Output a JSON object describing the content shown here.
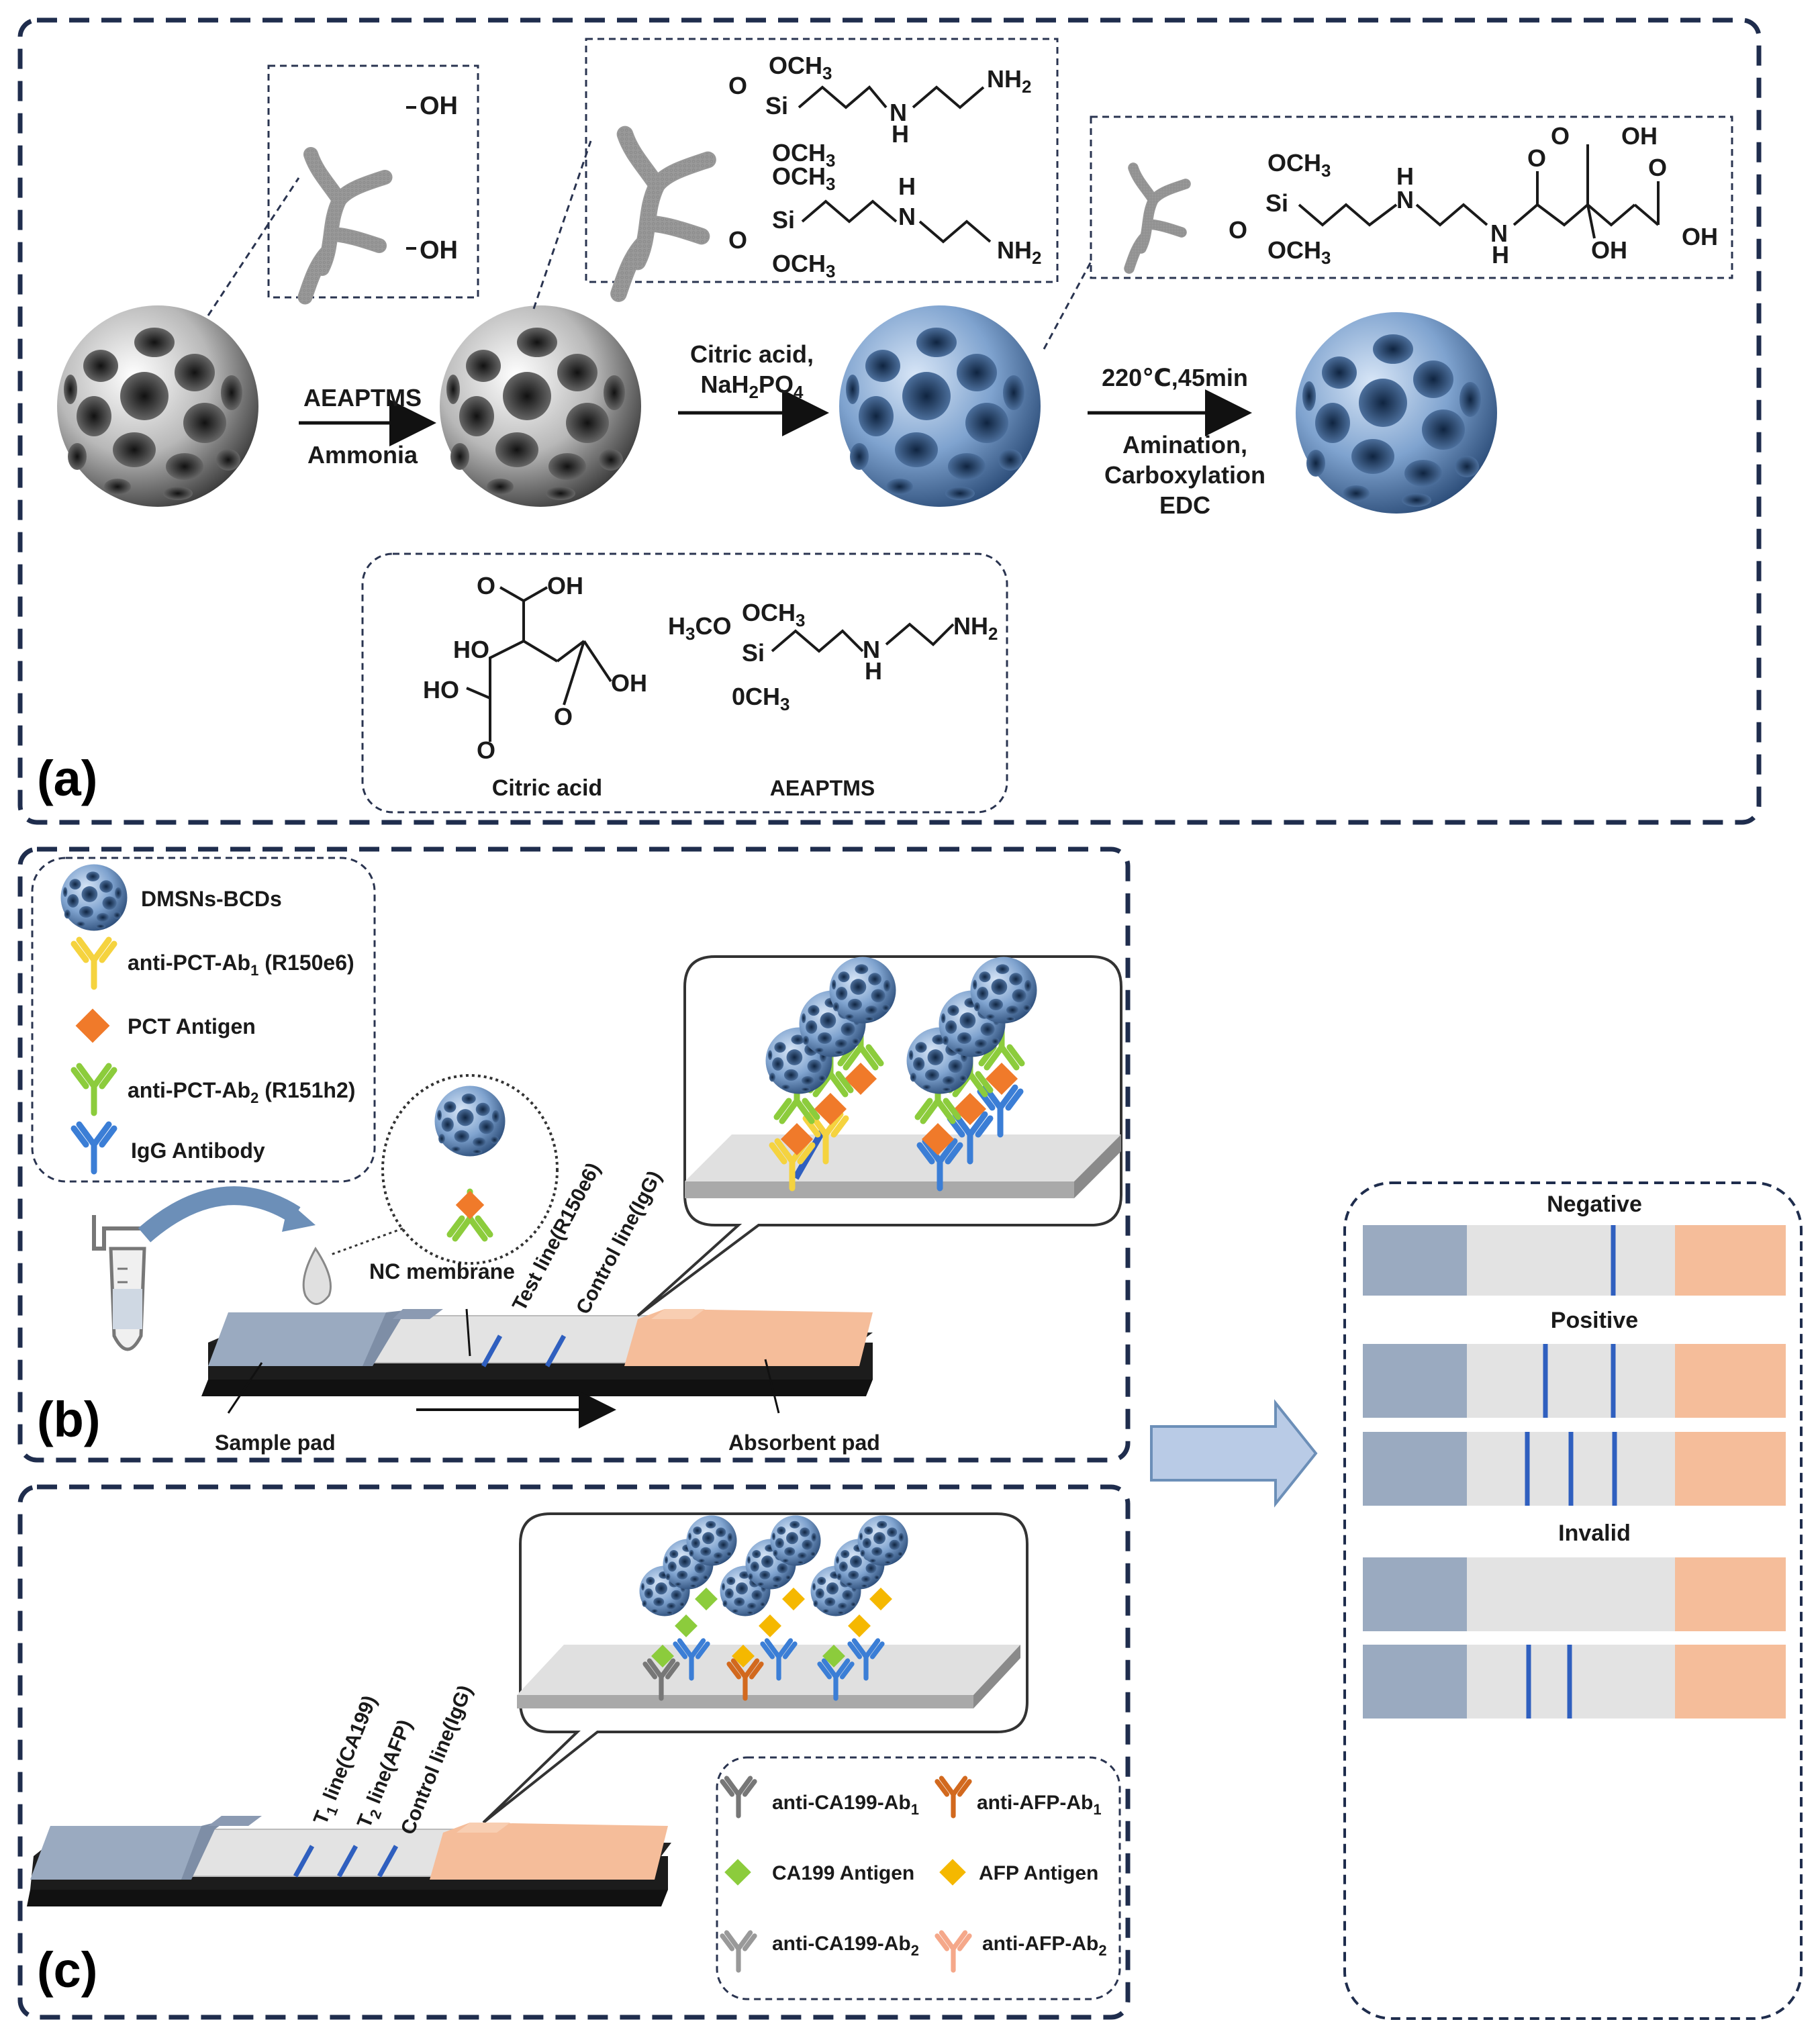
{
  "panels": {
    "a": {
      "label": "(a)",
      "step1": {
        "top": "AEAPTMS",
        "bottom": "Ammonia"
      },
      "step2": {
        "top": "Citric acid,",
        "bottom_base": "NaH",
        "bottom_sub2": "2",
        "bottom_mid": "PO",
        "bottom_sub4": "4"
      },
      "step3": {
        "top": "220℃,45min",
        "line1": "Amination,",
        "line2": "Carboxylation",
        "line3": "EDC"
      },
      "chem": {
        "oh1": "OH",
        "oh2": "OH",
        "och3": "OCH",
        "sub3": "3",
        "si": "Si",
        "o": "O",
        "nh": "N",
        "h": "H",
        "nh2": "NH",
        "sub2": "2",
        "oh": "OH",
        "ho": "HO",
        "h3co": "H",
        "co": "CO",
        "och3_alt": "0CH"
      },
      "legend": {
        "citric": "Citric acid",
        "aeaptms": "AEAPTMS"
      }
    },
    "b": {
      "label": "(b)",
      "legend": [
        {
          "text": "DMSNs-BCDs",
          "sub": "",
          "tail": ""
        },
        {
          "text": "anti-PCT-Ab",
          "sub": "1",
          "tail": " (R150e6)"
        },
        {
          "text": "PCT Antigen",
          "sub": "",
          "tail": ""
        },
        {
          "text": "anti-PCT-Ab",
          "sub": "2",
          "tail": " (R151h2)"
        },
        {
          "text": "IgG Antibody",
          "sub": "",
          "tail": ""
        }
      ],
      "nc": "NC membrane",
      "test_line": "Test line(R150e6)",
      "control_line": "Control line(IgG)",
      "sample_pad": "Sample pad",
      "absorbent_pad": "Absorbent pad"
    },
    "c": {
      "label": "(c)",
      "t1": "T",
      "t1_sub": "1",
      "t1_tail": " line(CA199)",
      "t2": "T",
      "t2_sub": "2",
      "t2_tail": " line(AFP)",
      "control": "Control line(IgG)",
      "legend": {
        "ab1_ca": "anti-CA199-Ab",
        "ab1_afp": "anti-AFP-Ab",
        "sub1": "1",
        "ag_ca": "CA199 Antigen",
        "ag_afp": "AFP Antigen",
        "ab2_ca": "anti-CA199-Ab",
        "ab2_afp": "anti-AFP-Ab",
        "sub2": "2"
      }
    },
    "results": {
      "negative": "Negative",
      "positive": "Positive",
      "invalid": "Invalid"
    }
  },
  "colors": {
    "frame": "#1f2d4d",
    "sphere_blue": "#7fa3cf",
    "sample_pad": "#9aaac0",
    "absorbent": "#f5bd9a",
    "membrane": "#e3e3e3",
    "line_blue": "#2f5fbf",
    "antigen_orange": "#f07a2a",
    "ab_yellow": "#f5d33f",
    "ab_green": "#8ccc3c",
    "igg_blue": "#3b7ed6",
    "arrow_fill": "#b9cbe6"
  }
}
